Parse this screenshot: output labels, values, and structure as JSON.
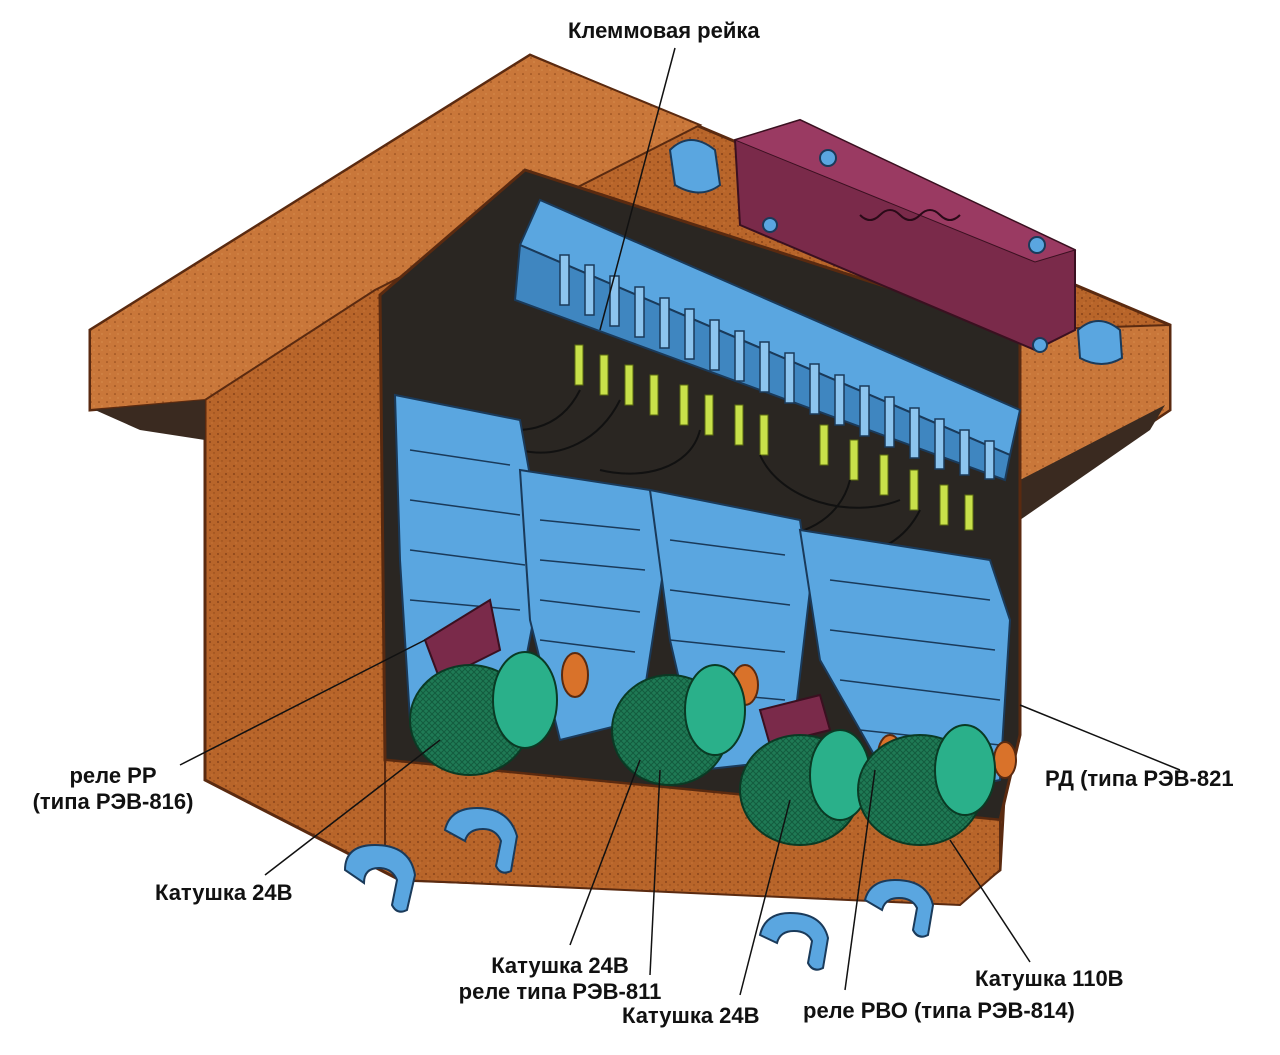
{
  "labels": {
    "terminal_strip": "Клеммовая рейка",
    "relay_rr_line1": "реле РР",
    "relay_rr_line2": "(типа РЭВ-816)",
    "coil_24v_left": "Катушка 24В",
    "coil_24v_mid_line1": "Катушка 24В",
    "coil_24v_mid_line2": "реле типа РЭВ-811",
    "coil_24v_right": "Катушка 24В",
    "relay_rvo": "реле РВО (типа РЭВ-814)",
    "coil_110v": "Катушка 110В",
    "relay_rd": "РД (типа РЭВ-821"
  },
  "colors": {
    "housing": "#b8652a",
    "housing_dark": "#7a3a14",
    "interior": "#2a2622",
    "relay_metal": "#5aa6e0",
    "coil": "#1f7a55",
    "resistor_block": "#7a2a4a",
    "wire_sleeve": "#c8e04a"
  }
}
